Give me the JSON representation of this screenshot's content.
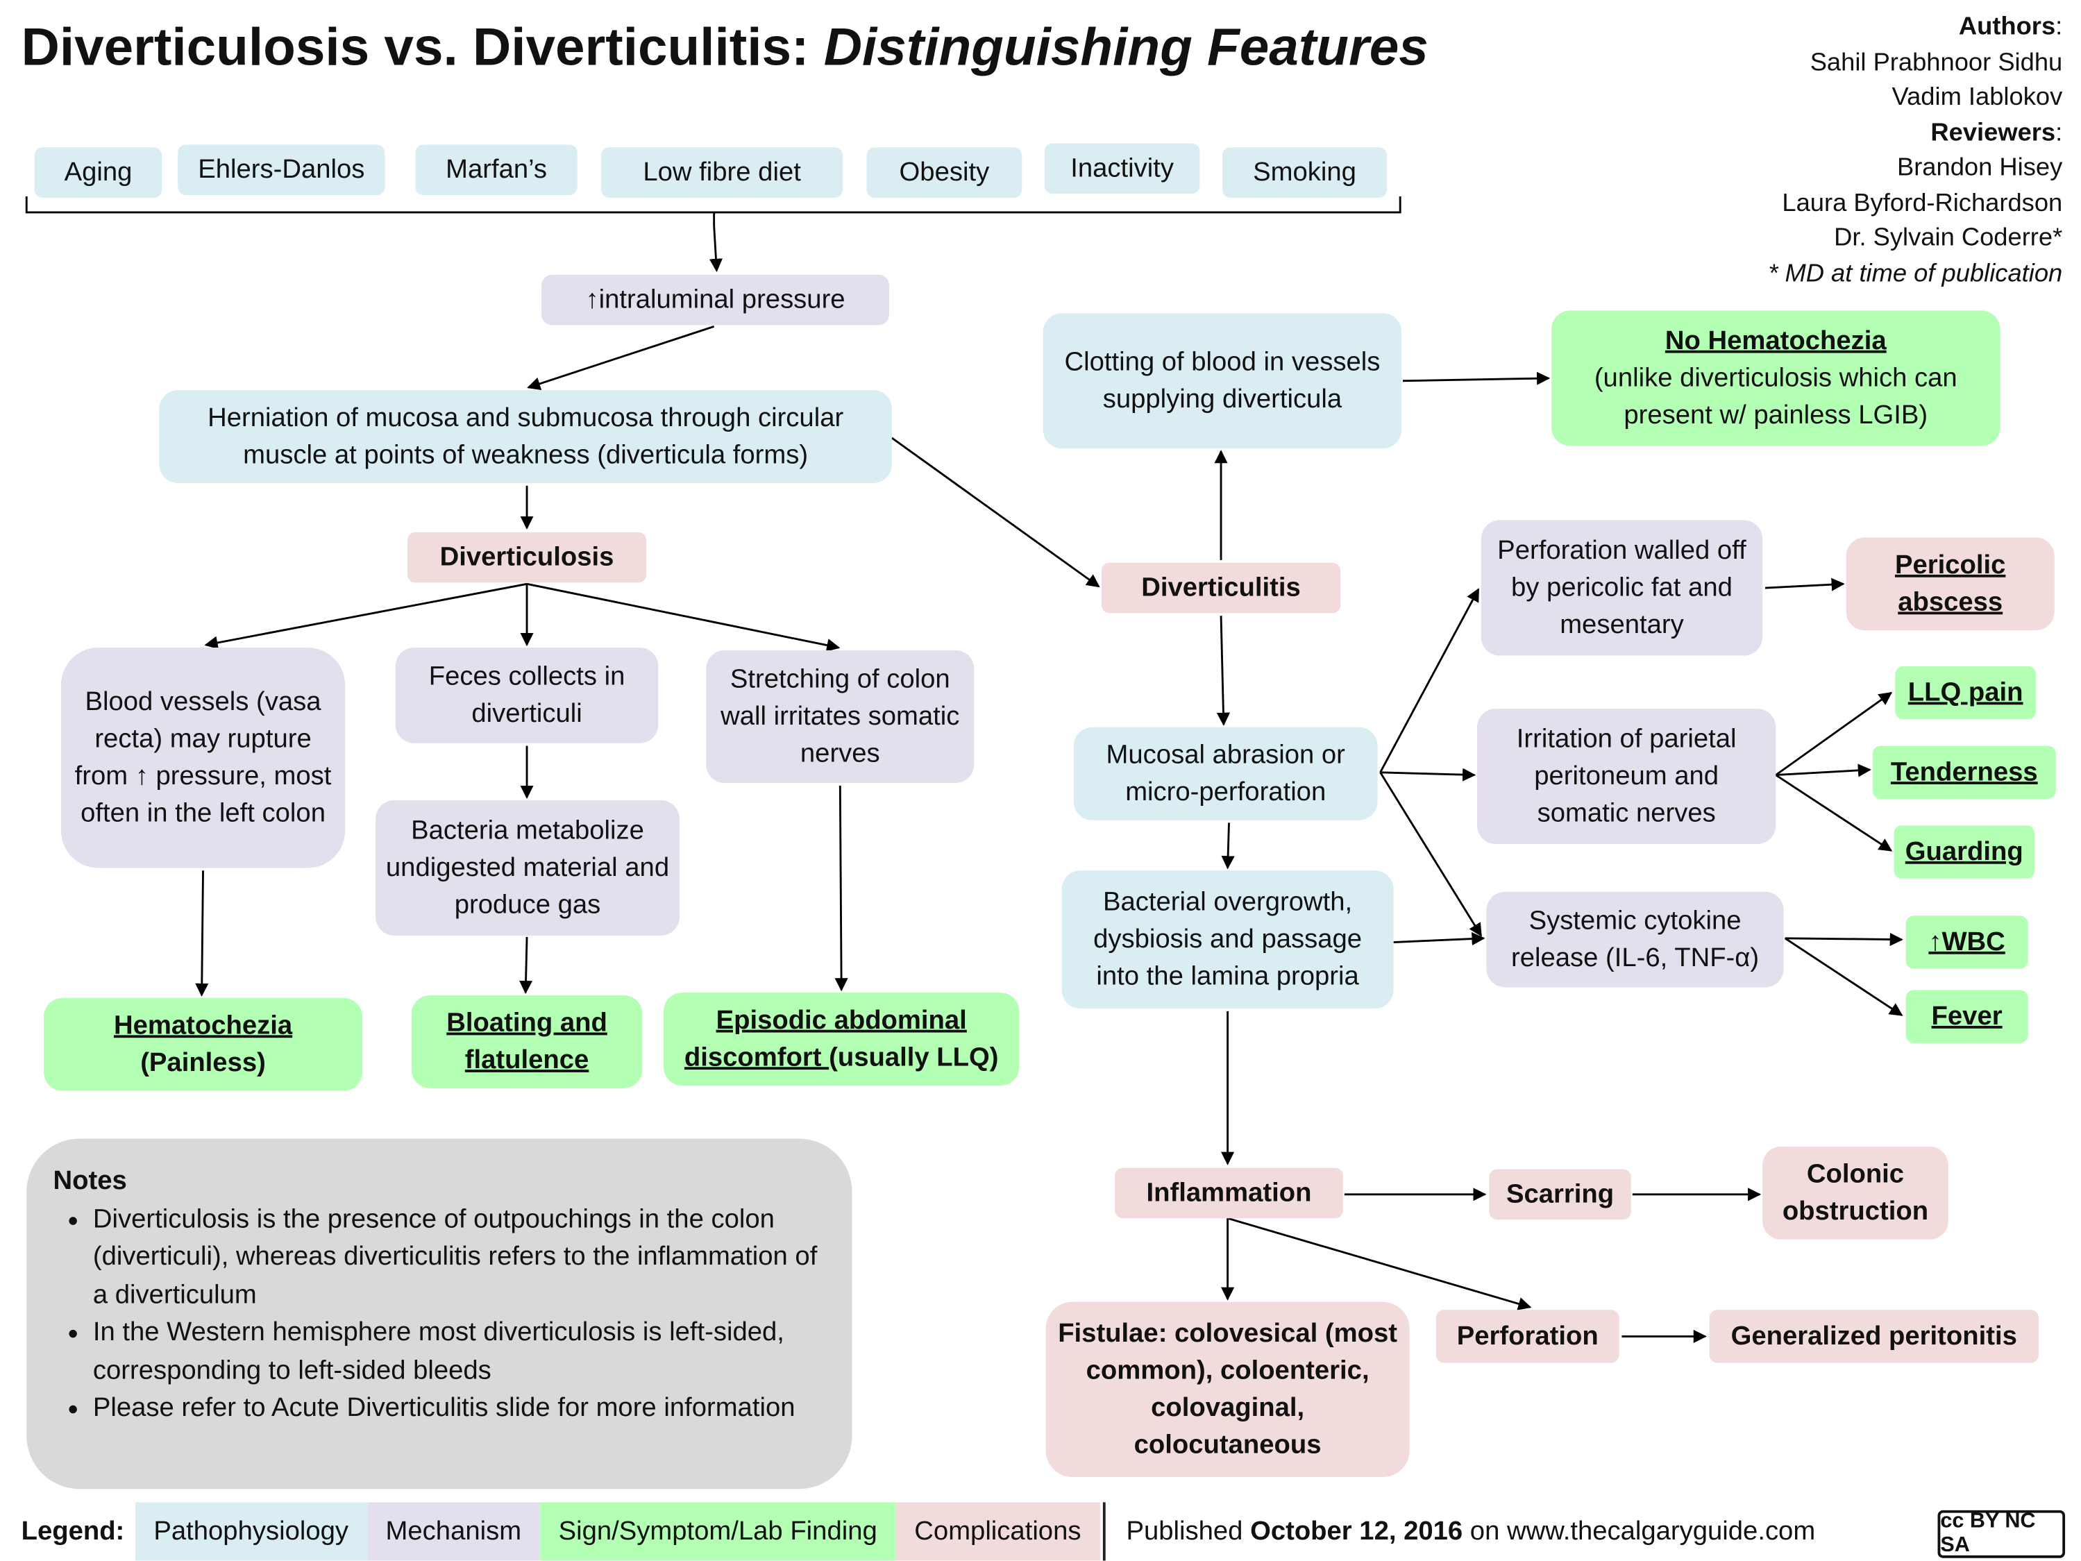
{
  "header": {
    "title_plain": "Diverticulosis vs. Diverticulitis: ",
    "title_italic": "Distinguishing Features"
  },
  "credits": {
    "authors_label": "Authors",
    "authors": [
      "Sahil Prabhnoor Sidhu",
      "Vadim Iablokov"
    ],
    "reviewers_label": "Reviewers",
    "reviewers": [
      "Brandon Hisey",
      "Laura Byford-Richardson",
      "Dr. Sylvain Coderre*"
    ],
    "footnote": "* MD at time of publication"
  },
  "risk_factors": [
    "Aging",
    "Ehlers-Danlos",
    "Marfan’s",
    "Low fibre diet",
    "Obesity",
    "Inactivity",
    "Smoking"
  ],
  "nodes": {
    "pressure": "↑intraluminal pressure",
    "herniation": "Herniation of mucosa and submucosa through circular muscle at points of weakness (diverticula forms)",
    "diverticulosis": "Diverticulosis",
    "vessels": "Blood vessels (vasa recta) may rupture from ↑ pressure, most often in the left colon",
    "feces": "Feces collects in diverticuli",
    "stretching": "Stretching of colon wall irritates somatic nerves",
    "bacteria": "Bacteria metabolize undigested material and produce gas",
    "hematochezia": "Hematochezia",
    "hematochezia_sub": "(Painless)",
    "bloating": "Bloating and flatulence",
    "episodic_underlined": "Episodic abdominal discomfort ",
    "episodic_rest": "(usually LLQ)",
    "clotting": "Clotting of blood in vessels supplying diverticula",
    "no_hema": "No Hematochezia",
    "no_hema_sub": "(unlike diverticulosis which can present w/ painless LGIB)",
    "diverticulitis": "Diverticulitis",
    "mucosal": "Mucosal abrasion or micro-perforation",
    "overgrowth": "Bacterial overgrowth, dysbiosis and passage into the lamina propria",
    "walled": "Perforation walled off by pericolic fat and mesentary",
    "abscess": "Pericolic abscess",
    "irritation": "Irritation of parietal peritoneum and somatic nerves",
    "llq": "LLQ pain",
    "tenderness": "Tenderness",
    "guarding": "Guarding",
    "cytokine": "Systemic cytokine release (IL-6, TNF-α)",
    "wbc": "↑WBC",
    "fever": "Fever",
    "inflammation": "Inflammation",
    "scarring": "Scarring",
    "obstruction": "Colonic obstruction",
    "fistulae": "Fistulae: colovesical (most common), coloenteric, colovaginal, colocutaneous",
    "perforation": "Perforation",
    "peritonitis": "Generalized peritonitis"
  },
  "notes": {
    "heading": "Notes",
    "items": [
      "Diverticulosis is the presence of outpouchings in the colon (diverticuli), whereas diverticulitis refers to the inflammation of a diverticulum",
      "In the Western hemisphere most diverticulosis is left-sided, corresponding to left-sided bleeds",
      "Please refer to Acute Diverticulitis slide for more information"
    ]
  },
  "legend": {
    "label": "Legend:",
    "items": [
      "Pathophysiology",
      "Mechanism",
      "Sign/Symptom/Lab Finding",
      "Complications"
    ],
    "published_prefix": "Published ",
    "published_date": "October 12, 2016",
    "published_suffix": " on www.thecalgaryguide.com",
    "license": "cc BY NC SA"
  },
  "colors": {
    "pathophysiology": "#daedf3",
    "mechanism": "#e4dfec",
    "sign": "#b3ffb3",
    "complications": "#f2dcdb",
    "notes": "#d9d9d9"
  }
}
